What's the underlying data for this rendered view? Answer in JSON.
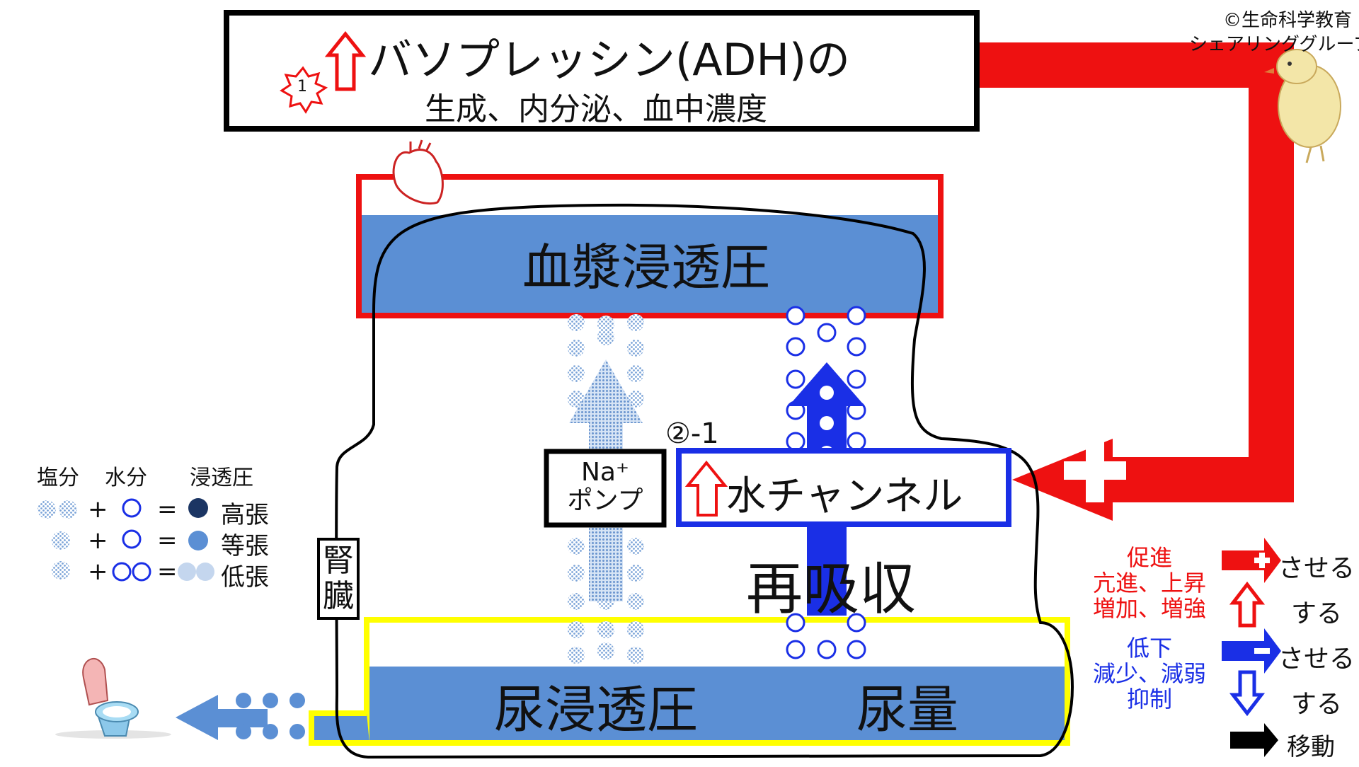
{
  "copyright": [
    "©生命科学教育",
    "シェアリンググループ"
  ],
  "adh_box": {
    "badge_number": "1",
    "line1": "バソプレッシン(ADH)の",
    "line2": "生成、内分泌、血中濃度"
  },
  "plasma_label": "血漿浸透圧",
  "urine_osmotic_label": "尿浸透圧",
  "urine_volume_label": "尿量",
  "reabsorption_label": "再吸収",
  "kidney_label": "腎臓",
  "na_pump_label": [
    "Na⁺",
    "ポンプ"
  ],
  "step_label": "②-1",
  "water_channel_label": "水チャンネル",
  "osmolarity_legend": {
    "headers": [
      "塩分",
      "水分",
      "浸透圧"
    ],
    "rows": [
      {
        "ops": [
          "+",
          "="
        ],
        "result": "高張"
      },
      {
        "ops": [
          "+",
          "="
        ],
        "result": "等張"
      },
      {
        "ops": [
          "+",
          "="
        ],
        "result": "低張"
      }
    ]
  },
  "effect_legend": {
    "increase_words": [
      "促進",
      "亢進、上昇",
      "増加、増強"
    ],
    "decrease_words": [
      "低下",
      "減少、減弱",
      "抑制"
    ],
    "promote_suffix": "させる",
    "do_suffix": "する",
    "suppress_suffix": "させる",
    "do_suffix_2": "する",
    "move_label": "移動"
  },
  "colors": {
    "red": "#ee1111",
    "blue": "#1a2fe6",
    "plasma_fill": "#5b8fd4",
    "yellow": "#ffff00",
    "dark_navy": "#1b3563",
    "dotted_blue": "#7aa3d8"
  },
  "icons": [
    "heart-icon",
    "toilet-icon",
    "chick-mascot-icon",
    "starburst-badge-icon"
  ]
}
